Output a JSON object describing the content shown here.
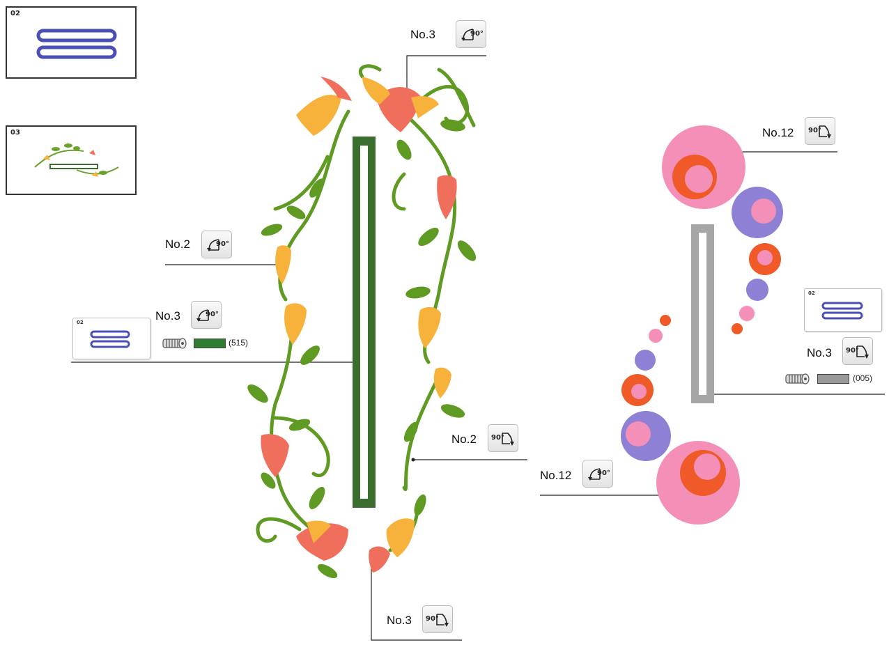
{
  "thumbnails": [
    {
      "id": "02"
    },
    {
      "id": "03"
    }
  ],
  "callouts": [
    {
      "key": "c1",
      "label": "No.3",
      "button_text": "90°",
      "direction": "ccw"
    },
    {
      "key": "c2",
      "label": "No.2",
      "button_text": "90°",
      "direction": "ccw"
    },
    {
      "key": "c3",
      "label": "No.3",
      "button_text": "90°",
      "direction": "ccw"
    },
    {
      "key": "c4",
      "label": "No.2",
      "button_text": "90°",
      "direction": "cw"
    },
    {
      "key": "c5",
      "label": "No.3",
      "button_text": "90°",
      "direction": "cw"
    },
    {
      "key": "c6",
      "label": "No.12",
      "button_text": "90°",
      "direction": "cw"
    },
    {
      "key": "c7",
      "label": "No.3",
      "button_text": "90°",
      "direction": "cw"
    },
    {
      "key": "c8",
      "label": "No.12",
      "button_text": "90°",
      "direction": "ccw"
    }
  ],
  "mini_card_left": {
    "id": "02",
    "thread_code": "(515)",
    "thread_color": "#2e7d32"
  },
  "mini_card_right": {
    "id": "02",
    "thread_code": "(005)",
    "thread_color": "#999999"
  },
  "colors": {
    "leaf_green": "#5f9a23",
    "frame_green": "#3b6e2e",
    "frame_gray": "#a6a6a6",
    "flower_orange": "#f7b23b",
    "flower_coral": "#ef6f5c",
    "circle_pink": "#f48fb8",
    "circle_orange": "#f05a28",
    "circle_purple": "#8e80d4",
    "pattern_blue": "#4a4fb5"
  }
}
